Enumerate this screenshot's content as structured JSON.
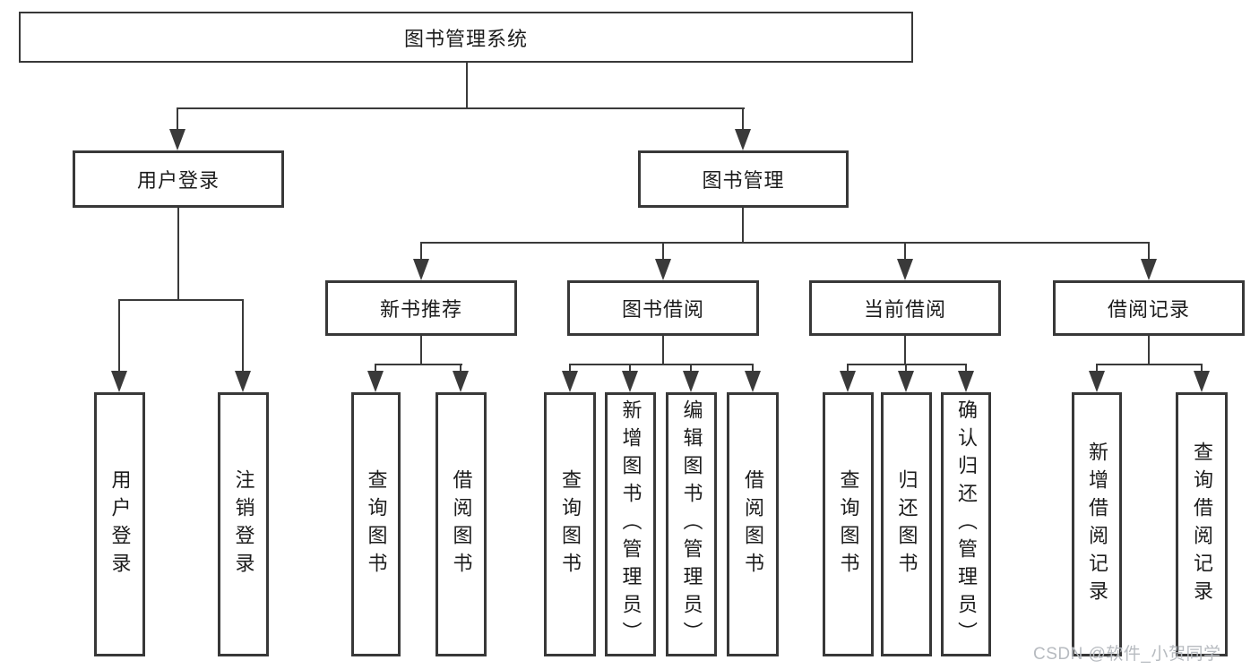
{
  "diagram": {
    "title_node": "图书管理系统",
    "level2": {
      "user_login": "用户登录",
      "book_mgmt": "图书管理"
    },
    "level3": {
      "new_book_rec": "新书推荐",
      "book_borrow": "图书借阅",
      "current_borrow": "当前借阅",
      "borrow_records": "借阅记录"
    },
    "leaves": {
      "user_login_leaf": "用户登录",
      "logout": "注销登录",
      "rec_query_book": "查询图书",
      "rec_borrow_book": "借阅图书",
      "bor_query_book": "查询图书",
      "bor_add_book": "新增图书（管理员）",
      "bor_edit_book": "编辑图书（管理员）",
      "bor_borrow_book": "借阅图书",
      "cur_query_book": "查询图书",
      "cur_return_book": "归还图书",
      "cur_confirm_return": "确认归还（管理员）",
      "rcd_add_record": "新增借阅记录",
      "rcd_query_record": "查询借阅记录"
    },
    "watermark": "CSDN @软件_小贺同学",
    "colors": {
      "line": "#3a3a3a",
      "border": "#383838",
      "text": "#1c1c1c",
      "watermark": "#b7bbc0",
      "background": "#ffffff"
    }
  }
}
